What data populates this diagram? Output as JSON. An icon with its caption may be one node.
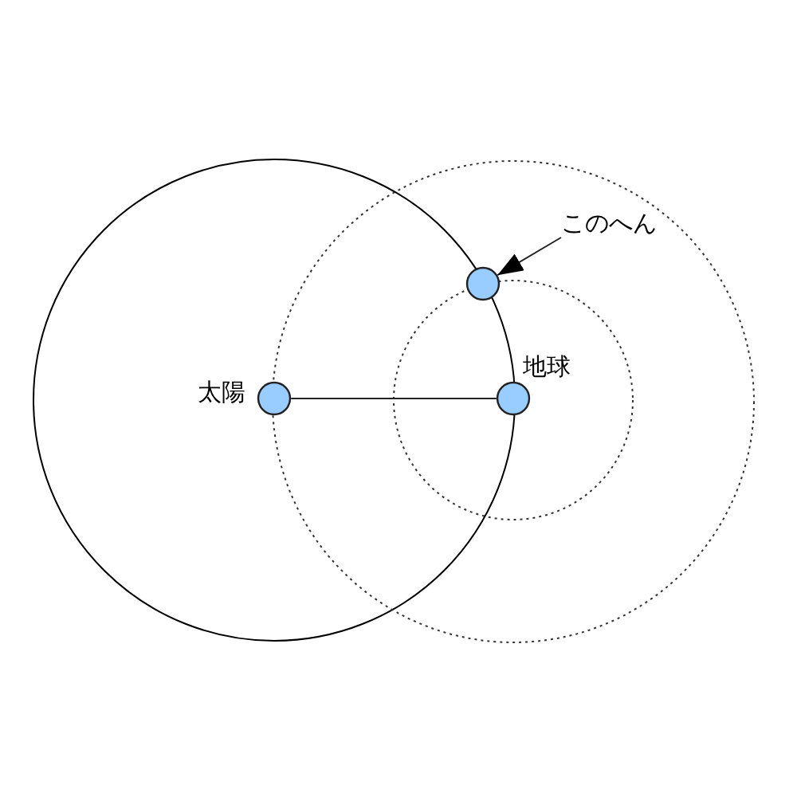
{
  "diagram": {
    "nodes": [
      {
        "text": [
          "このへん"
        ]
      },
      {
        "text": [],
        "shape": "circle"
      },
      {
        "text": [],
        "shape": "circle",
        "beside": [
          "太陽"
        ]
      },
      {
        "text": [],
        "shape": "circle",
        "beside": [
          "地球"
        ]
      }
    ],
    "edges": [
      {
        "from": 0,
        "to": 1,
        "arrow": "to"
      },
      {
        "from": 2,
        "to": 3,
        "arrow": "none"
      }
    ]
  }
}
